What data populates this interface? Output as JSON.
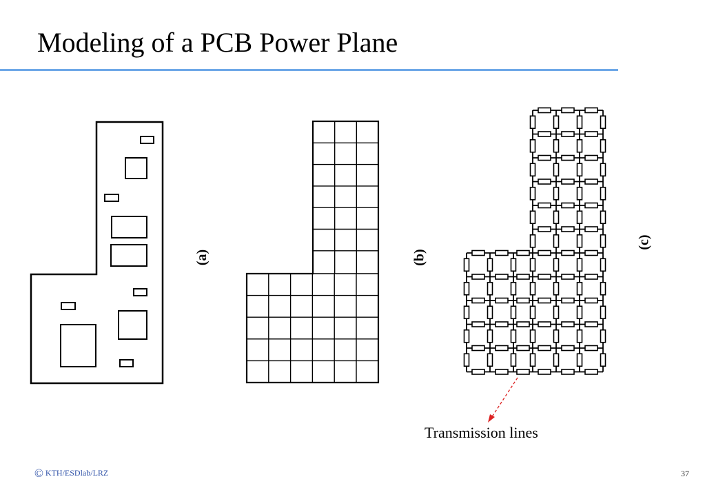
{
  "title": "Modeling of a PCB Power Plane",
  "figure_labels": {
    "a": "(a)",
    "b": "(b)",
    "c": "(c)"
  },
  "callout_label": "Transmission lines",
  "footer": {
    "copyright_symbol": "©",
    "text": "KTH/ESDlab/LRZ"
  },
  "page_number": "37",
  "colors": {
    "title_rule": "#6fa8e8",
    "callout_arrow": "#dd2222",
    "footer_text": "#3355aa"
  }
}
